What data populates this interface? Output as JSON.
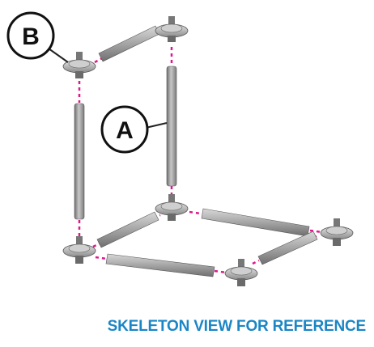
{
  "callouts": [
    {
      "id": "A",
      "label": "A"
    },
    {
      "id": "B",
      "label": "B"
    }
  ],
  "caption": "SKELETON VIEW FOR REFERENCE",
  "colors": {
    "rod": "#a9a9a9",
    "hub": "#b9b9b9",
    "connector": "#e0168c",
    "caption": "#1a86c6"
  }
}
